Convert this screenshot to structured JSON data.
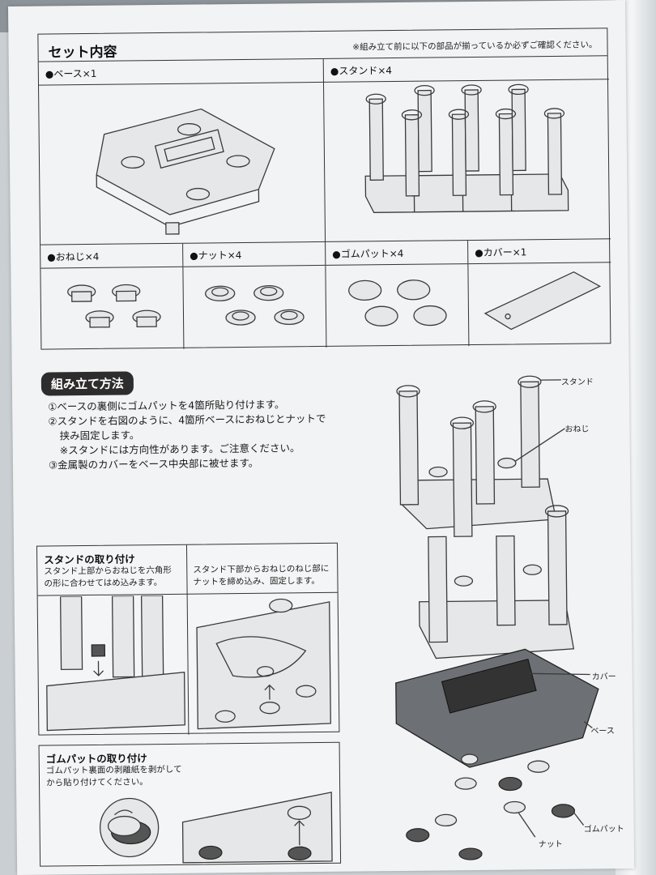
{
  "parts": {
    "title": "セット内容",
    "notice": "※組み立て前に以下の部品が揃っているか必ずご確認ください。",
    "base_label": "●ベース×1",
    "stand_label": "●スタンド×4",
    "screw_label": "●おねじ×4",
    "nut_label": "●ナット×4",
    "rubber_label": "●ゴムパット×4",
    "cover_label": "●カバー×1"
  },
  "method": {
    "title": "組み立て方法",
    "step1": "①ベースの裏側にゴムパットを4箇所貼り付けます。",
    "step2a": "②スタンドを右図のように、4箇所ベースにおねじとナットで",
    "step2b": "挟み固定します。",
    "step2c": "※スタンドには方向性があります。ご注意ください。",
    "step3": "③金属製のカバーをベース中央部に被せます。"
  },
  "stand_attach": {
    "title": "スタンドの取り付け",
    "left_line1": "スタンド上部からおねじを六角形",
    "left_line2": "の形に合わせてはめ込みます。",
    "right_line1": "スタンド下部からおねじのねじ部に",
    "right_line2": "ナットを締め込み、固定します。"
  },
  "rubber_attach": {
    "title": "ゴムパットの取り付け",
    "line1": "ゴムパット裏面の剥離紙を剥がして",
    "line2": "から貼り付けてください。"
  },
  "callouts": {
    "stand": "スタンド",
    "screw": "おねじ",
    "cover": "カバー",
    "base": "ベース",
    "rubber": "ゴムパット",
    "nut": "ナット"
  }
}
